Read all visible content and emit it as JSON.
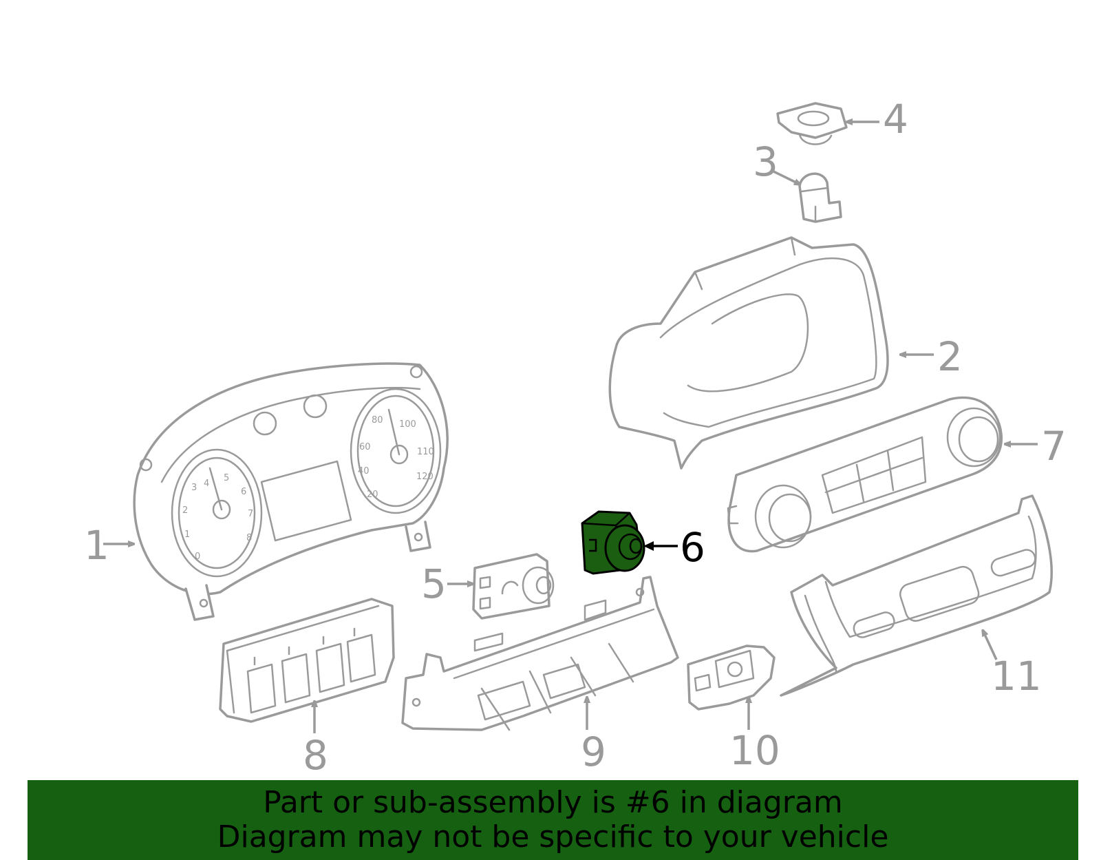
{
  "callouts": [
    {
      "id": "1",
      "label": "1"
    },
    {
      "id": "2",
      "label": "2"
    },
    {
      "id": "3",
      "label": "3"
    },
    {
      "id": "4",
      "label": "4"
    },
    {
      "id": "5",
      "label": "5"
    },
    {
      "id": "6",
      "label": "6"
    },
    {
      "id": "7",
      "label": "7"
    },
    {
      "id": "8",
      "label": "8"
    },
    {
      "id": "9",
      "label": "9"
    },
    {
      "id": "10",
      "label": "10"
    },
    {
      "id": "11",
      "label": "11"
    }
  ],
  "highlighted_part": "6",
  "colors": {
    "highlight_fill": "#1c5e11",
    "banner_background": "#156011",
    "line_gray": "#9a9a9a",
    "highlight_outline": "#000000"
  },
  "speedometer_ticks": [
    "20",
    "40",
    "60",
    "80",
    "100",
    "110",
    "120"
  ],
  "tach_ticks": [
    "0",
    "1",
    "2",
    "3",
    "4",
    "5",
    "6",
    "7",
    "8"
  ],
  "banner": {
    "line1": "Part or sub-assembly is #6 in diagram",
    "line2": "Diagram may not be specific to your vehicle"
  }
}
